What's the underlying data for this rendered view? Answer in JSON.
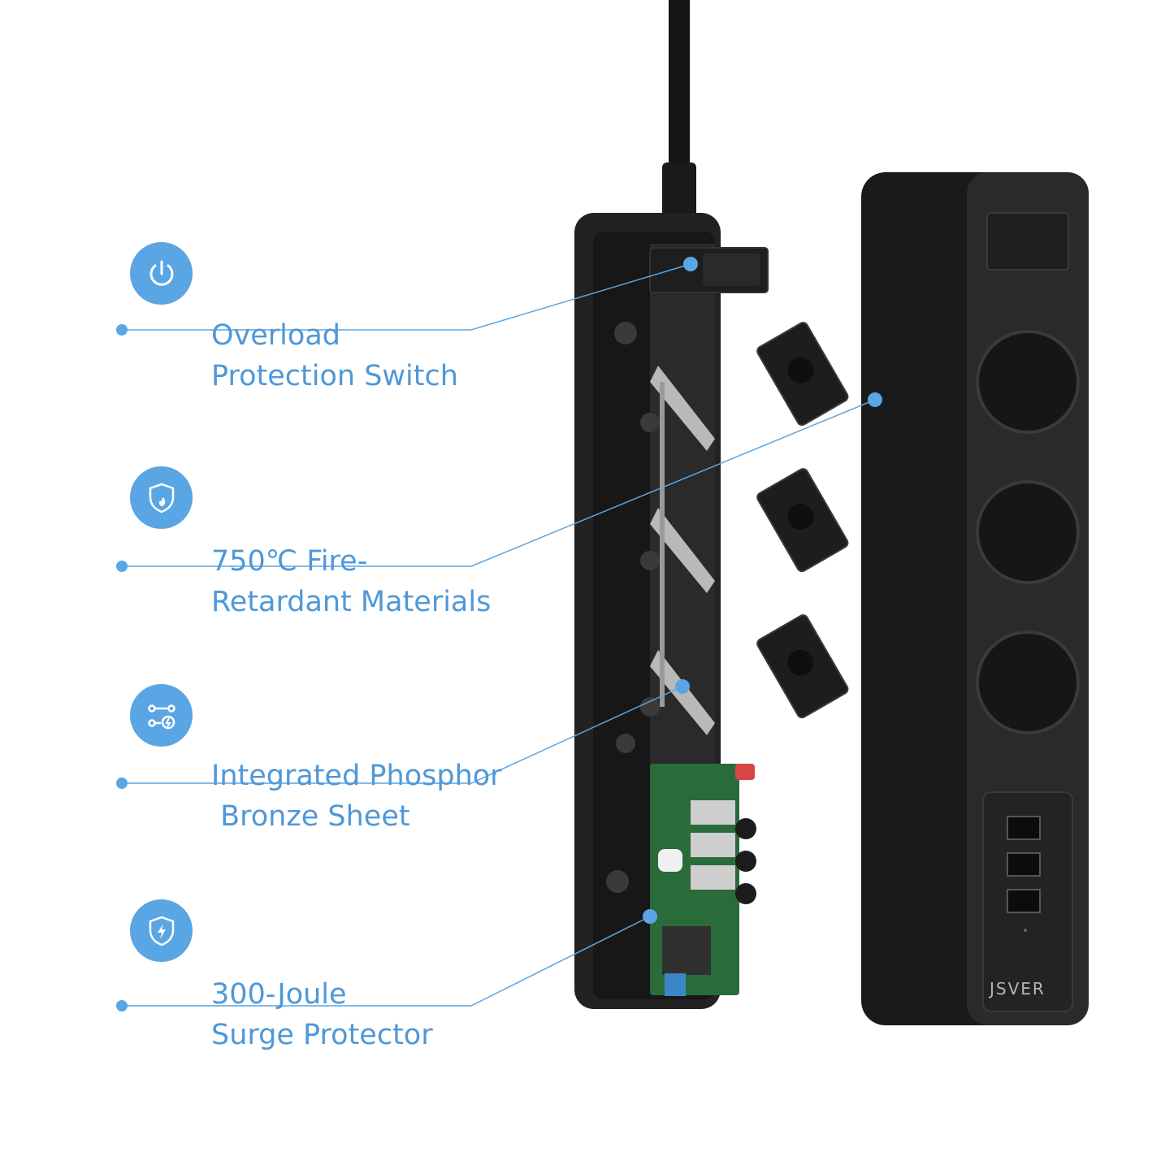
{
  "features": [
    {
      "icon": "power-icon",
      "line1": "Overload",
      "line2": "Protection Switch"
    },
    {
      "icon": "shield-fire-icon",
      "line1": "750℃ Fire-",
      "line2": "Retardant Materials"
    },
    {
      "icon": "circuit-icon",
      "line1": "Integrated Phosphor",
      "line2": " Bronze Sheet"
    },
    {
      "icon": "shield-bolt-icon",
      "line1": "300-Joule",
      "line2": "Surge Protector"
    }
  ],
  "product": {
    "brand": "JSVER"
  },
  "colors": {
    "accent": "#5aa6e4",
    "text": "#4f98d8",
    "body": "#1b1b1b"
  }
}
